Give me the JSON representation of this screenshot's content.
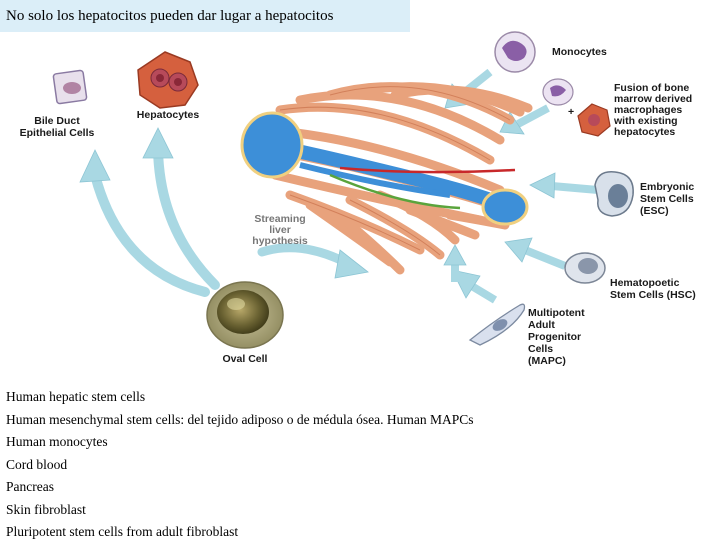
{
  "title": "No solo los hepatocitos pueden dar lugar a hepatocitos",
  "diagram": {
    "bile_duct": [
      "Bile Duct",
      "Epithelial Cells"
    ],
    "hepatocytes": "Hepatocytes",
    "monocytes": "Monocytes",
    "fusion": [
      "Fusion of bone",
      "marrow derived",
      "macrophages",
      "with existing",
      "hepatocytes"
    ],
    "embryonic": [
      "Embryonic",
      "Stem Cells",
      "(ESC)"
    ],
    "hematopoetic": [
      "Hematopoetic",
      "Stem Cells (HSC)"
    ],
    "mapc": [
      "Multipotent",
      "Adult",
      "Progenitor",
      "Cells",
      "(MAPC)"
    ],
    "streaming": [
      "Streaming",
      "liver",
      "hypothesis"
    ],
    "oval": "Oval Cell",
    "plus": "+",
    "colors": {
      "arrow": "#a9d8e3",
      "liver_cells": "#e8a27c",
      "vessel": "#3d8fd8",
      "hepatocyte": "#d5603e"
    }
  },
  "list": [
    "Human hepatic stem cells",
    "Human mesenchymal stem cells: del tejido adiposo o de médula ósea. Human MAPCs",
    "Human monocytes",
    "Cord blood",
    "Pancreas",
    "Skin fibroblast",
    "Pluripotent stem cells from adult fibroblast"
  ]
}
